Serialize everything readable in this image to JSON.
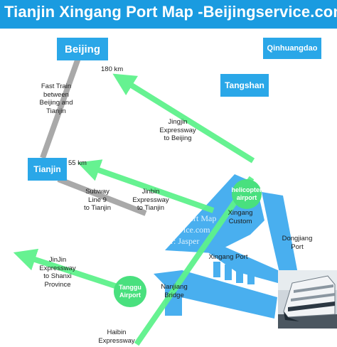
{
  "title": "Tianjin Xingang Port Map  -Beijingservice.com",
  "colors": {
    "title_bar": "#1a9be0",
    "city_box": "#2aa7e8",
    "port_area": "#3aa9ee",
    "route_arrow": "#5ef28c",
    "rail_line": "#a9a9a9",
    "airport": "#49e07e"
  },
  "cities": {
    "beijing": "Beijing",
    "tianjin": "Tianjin",
    "tangshan": "Tangshan",
    "qinhuangdao": "Qinhuangdao"
  },
  "distances": {
    "beijing": "180 km",
    "tianjin": "55 km"
  },
  "routes": {
    "fast_train": "Fast Train\nbetween\nBeijing and\nTianjin",
    "jingjin": "Jingjin\nExpressway\nto Beijing",
    "subway": "Subway\nLine 9\nto Tianjin",
    "jinbin": "Jinbin\nExpressway\nto Tianjin",
    "jinjin": "JinJin\nExpressway\nto Shanxi\nProvince",
    "haibin": "Haibin\nExpressway"
  },
  "places": {
    "xingang_custom": "Xingang\nCustom",
    "dongjiang_port": "Dongjiang\nPort",
    "xingang_port": "Xingang Port",
    "nanjiang_bridge": "Nanjiang\nBridge"
  },
  "airports": {
    "helicopter": "helicopter\nairport",
    "tanggu": "Tanggu\nAirport"
  },
  "watermark": {
    "line1": "Name: Xingang Port Map",
    "line2": "Download: www.Beijingservice.com",
    "line3": "Author: Jasper"
  },
  "icons": {
    "route_arrow": "arrow-icon",
    "ship": "cruise-ship-photo"
  }
}
